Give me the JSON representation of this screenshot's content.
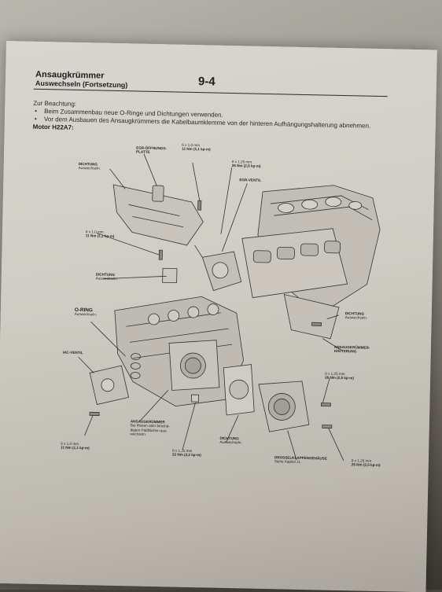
{
  "header": {
    "title": "Ansaugkrümmer",
    "subtitle": "Auswechseln (Fortsetzung)",
    "page_number": "9-4"
  },
  "notes": {
    "heading": "Zur Beachtung:",
    "items": [
      "Beim Zusammenbau neue O-Ringe und Dichtungen verwenden.",
      "Vor dem Ausbauen des Ansaugkrümmers die Kabelbaumklemme von der hinteren Aufhängungshalterung abnehmen."
    ]
  },
  "motor": "Motor H22A7:",
  "labels": {
    "egr_plate": [
      "EGR-ÖFFNUNGS-",
      "PLATTE"
    ],
    "torque_top": [
      "6 x 1,0 mm",
      "11 Nm (1,1 kp·m)"
    ],
    "torque_8x125_top": [
      "8 x 1,25 mm",
      "26 Nm (2,5 kp·m)"
    ],
    "egr_valve": "EGR-VENTIL",
    "dichtung_top": [
      "DICHTUNG",
      "Auswechseln."
    ],
    "torque_left_mid": [
      "6 x 1,0 mm",
      "11 Nm (1,1 kp·m)"
    ],
    "dichtung_mid": [
      "DICHTUNG",
      "Auswechseln."
    ],
    "o_ring": [
      "O-RING",
      "Auswechseln."
    ],
    "dichtung_right": [
      "DICHTUNG",
      "Auswechseln."
    ],
    "bracket": [
      "ANSAUGKRÜMMER-",
      "HALTERUNG"
    ],
    "iac_valve": "IAC-VENTIL",
    "torque_right_mid": [
      "8 x 1,25 mm",
      "26 Nm (2,5 kp·m)"
    ],
    "manifold": [
      "ANSAUGKRÜMMER",
      "Bei Rissen oder beschä-",
      "digten Paßflächen aus-",
      "wechseln."
    ],
    "torque_bottom_left": [
      "6 x 1,0 mm",
      "11 Nm (1,1 kp·m)"
    ],
    "torque_bottom_center": [
      "8 x 1,25 mm",
      "22 Nm (2,2 kp·m)"
    ],
    "dichtung_bottom": [
      "DICHTUNG",
      "Auswechseln."
    ],
    "throttle_body": [
      "DROSSELKLAPPENGEHÄUSE",
      "Siehe Kapitel 11."
    ],
    "torque_bottom_right": [
      "8 x 1,25 mm",
      "26 Nm (2,5 kp·m)"
    ]
  }
}
